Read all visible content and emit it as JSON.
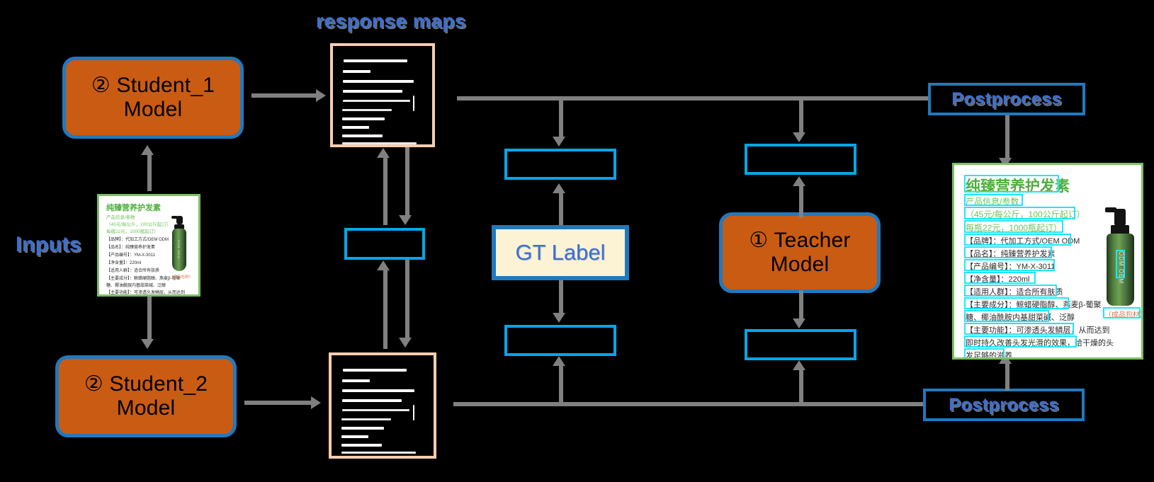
{
  "diagram": {
    "title_response_maps": "response maps",
    "label_inputs": "Inputs",
    "nodes": {
      "student1": "② Student_1\nModel",
      "student1_line1": "② Student_1",
      "student1_line2": "Model",
      "student2_line1": "② Student_2",
      "student2_line2": "Model",
      "teacher_line1": "① Teacher",
      "teacher_line2": "Model",
      "gt_label": "GT Label",
      "postprocess_top": "Postprocess",
      "postprocess_bottom": "Postprocess"
    },
    "colors": {
      "model_fill": "#ca5b13",
      "model_border": "#2179bd",
      "gt_fill": "#fcf3d5",
      "loss_box_border": "#05a6e8",
      "response_map_border": "#f7cdb0",
      "arrow": "#808080",
      "title_blue": "#3b6fd4",
      "detection_box": "#1de6ff",
      "card_border": "#7cbf63",
      "background": "#000000"
    },
    "empty_boxes_count": 5
  },
  "product_card": {
    "title": "纯臻营养护发素",
    "lines": [
      {
        "text": "产品信息/参数",
        "style": "green"
      },
      {
        "text": "（45元/每公斤，100公斤起订）",
        "style": "green"
      },
      {
        "text": "每瓶22元，1000瓶起订）",
        "style": "green"
      },
      {
        "text": "【品牌】：代加工方式/OEM ODM",
        "style": "dark"
      },
      {
        "text": "【品名】：纯臻营养护发素",
        "style": "dark"
      },
      {
        "text": "【产品编号】：YM-X-3011",
        "style": "dark"
      },
      {
        "text": "【净含量】：220ml",
        "style": "dark"
      },
      {
        "text": "【适用人群】：适合所有肤质",
        "style": "dark"
      },
      {
        "text": "【主要成分】：鲸蜡硬脂醇、燕麦β-葡聚",
        "style": "dark"
      },
      {
        "text": "糖、椰油酰胺内基甜菜碱、泛醇",
        "style": "dark"
      },
      {
        "text": "【主要功能】：可渗透头发鳞层，从而达到",
        "style": "dark"
      },
      {
        "text": "即时持久改善头发光滑的效果，给干燥的头",
        "style": "dark"
      },
      {
        "text": "发足够的滋养",
        "style": "dark"
      }
    ],
    "bottle_label_text": "ODM OEM",
    "bottle_caption": "（成品包材）"
  }
}
